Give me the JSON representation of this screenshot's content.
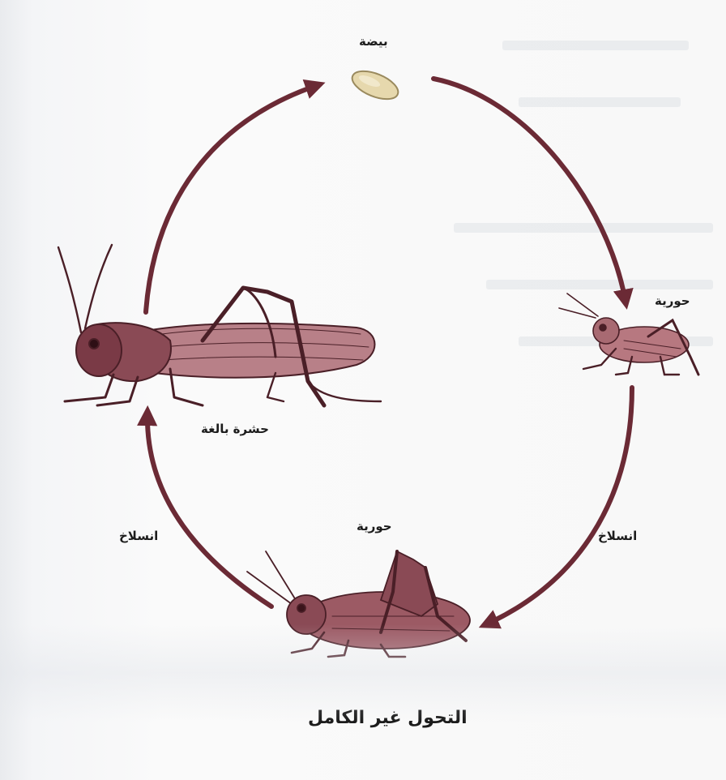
{
  "diagram": {
    "title": "التحول غير الكامل",
    "stages": {
      "egg": "بيضة",
      "nymph_right": "حورية",
      "nymph_bottom": "حورية",
      "adult": "حشرة بالغة"
    },
    "transitions": {
      "molting_right": "انسلاخ",
      "molting_left": "انسلاخ"
    },
    "colors": {
      "arrow": "#6b2a35",
      "insect_body": "#8a4a55",
      "insect_outline": "#4a1f27",
      "egg": "#e6d8ad"
    }
  }
}
